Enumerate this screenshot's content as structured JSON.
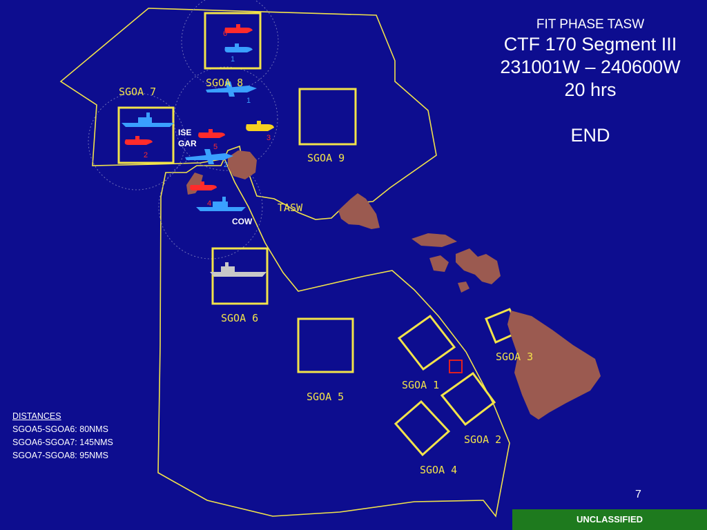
{
  "slide": {
    "title_line1": "FIT PHASE TASW",
    "title_line2": "CTF 170  Segment III",
    "title_line3": "231001W – 240600W",
    "title_line4": "20 hrs",
    "status": "END",
    "page_number": "7",
    "classification": "UNCLASSIFIED"
  },
  "distances": {
    "heading": "DISTANCES",
    "lines": [
      "SGOA5-SGOA6: 80NMS",
      "SGOA6-SGOA7: 145NMS",
      "SGOA7-SGOA8:  95NMS"
    ]
  },
  "map": {
    "colors": {
      "background": "#0d0d8f",
      "boundary": "#f2e34a",
      "land": "#9b5a50",
      "red_unit": "#ff2b2b",
      "blue_unit": "#3aa0ff",
      "yellow_unit": "#f5d020",
      "neutral_ship": "#c8c8c8"
    },
    "areas": {
      "sgoa1": "SGOA 1",
      "sgoa2": "SGOA 2",
      "sgoa3": "SGOA 3",
      "sgoa4": "SGOA 4",
      "sgoa5": "SGOA 5",
      "sgoa6": "SGOA 6",
      "sgoa7": "SGOA 7",
      "sgoa8": "SGOA 8",
      "sgoa9": "SGOA 9",
      "tasw": "TASW"
    },
    "unit_labels": {
      "ise": "ISE",
      "gar": "GAR",
      "cow": "COW"
    },
    "unit_numbers": {
      "red_sub_6": "6",
      "blue_sub_1": "1",
      "blue_aircraft_1": "1",
      "yellow_sub_3": "3",
      "red_sub_5": "5",
      "red_sub_2": "2",
      "blue_aircraft_2": "2",
      "red_sub_4": "4"
    }
  }
}
